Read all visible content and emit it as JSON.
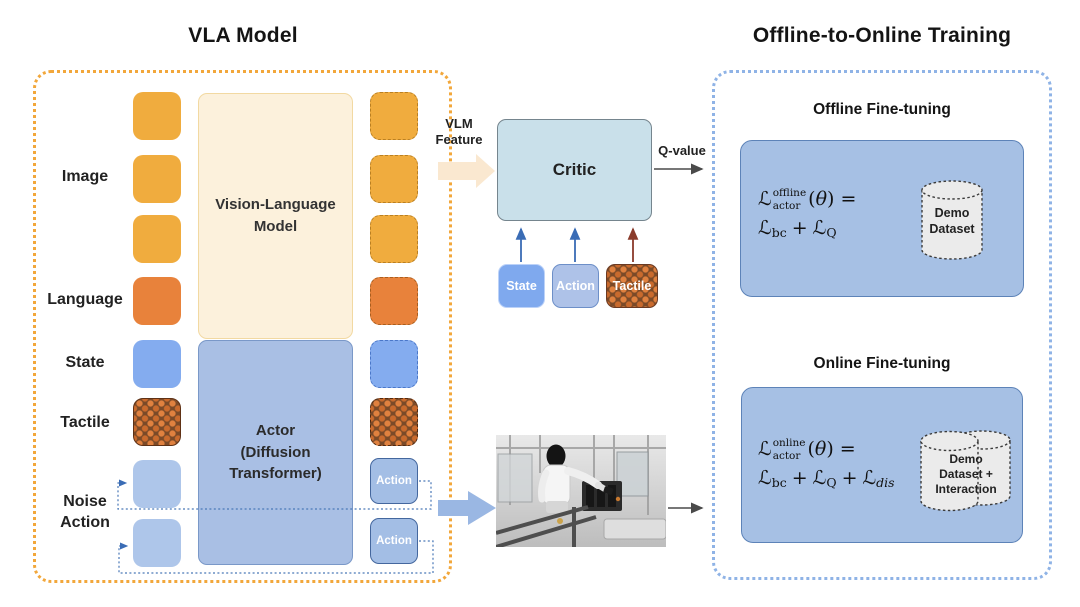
{
  "vla": {
    "title": "VLA Model",
    "labels": {
      "image": "Image",
      "language": "Language",
      "state": "State",
      "tactile": "Tactile",
      "noise_action": "Noise\nAction"
    },
    "vlm_label": "Vision-Language\nModel",
    "actor_label": "Actor\n(Diffusion\nTransformer)",
    "action_token_label": "Action"
  },
  "critic": {
    "vlm_feature": "VLM\nFeature",
    "label": "Critic",
    "q_value": "Q-value",
    "inputs": {
      "state": "State",
      "action": "Action",
      "tactile": "Tactile"
    }
  },
  "training": {
    "title": "Offline-to-Online Training",
    "offline": {
      "heading": "Offline Fine-tuning",
      "loss": {
        "L": "ℒ",
        "sup": "offline",
        "sub": "actor",
        "open": "(",
        "theta": "θ",
        "close": ") =",
        "t1sub": "bc",
        "plus1": "+",
        "t2sub": "Q"
      },
      "dataset": "Demo\nDataset"
    },
    "online": {
      "heading": "Online Fine-tuning",
      "loss": {
        "L": "ℒ",
        "sup": "online",
        "sub": "actor",
        "open": "(",
        "theta": "θ",
        "close": ") =",
        "t1sub": "bc",
        "plus1": "+",
        "t2sub": "Q",
        "plus2": "+",
        "t3sub": "dis"
      },
      "dataset": "Demo\nDataset +\nInteraction"
    }
  },
  "colors": {
    "orange_token": "#F0AC3E",
    "language_token": "#E8823B",
    "state_token": "#84ACEF",
    "noise_token": "#AEC6EA",
    "actor_blue": "#A9BFE4",
    "training_box_blue": "#A6C0E4",
    "critic_blue": "#C9E0EA",
    "vlm_cream": "#FCF1DC",
    "orange_dashed_border": "#F2A73B",
    "blue_dashed_border": "#8FB3E6",
    "vlm_feature_arrow": "#FAE8D0",
    "action_stream_arrow": "#9AB7E3",
    "tactile_brown": "#7B4A28",
    "cylinder_gray": "#EBEBEB"
  }
}
